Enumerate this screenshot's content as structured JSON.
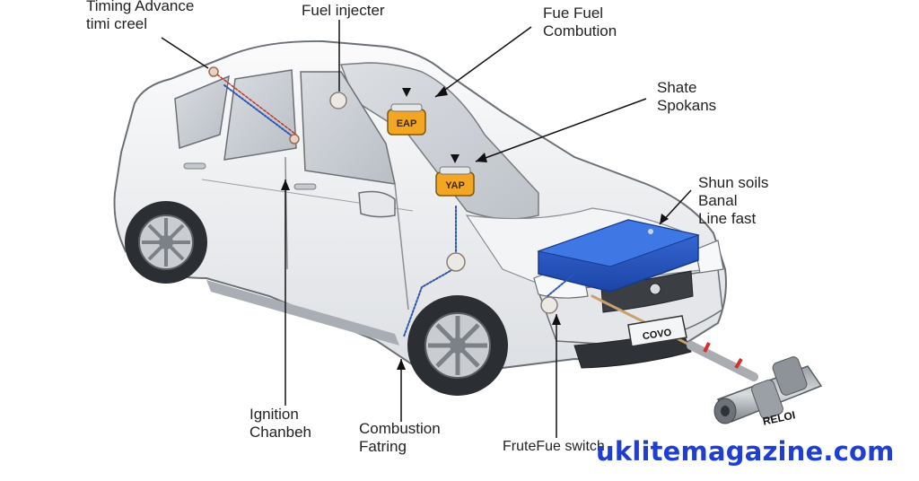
{
  "labels": {
    "timing": {
      "line1": "Timing Advance",
      "line2": "timi creel"
    },
    "fuel_injecter": "Fuel injecter",
    "fuel_combution": {
      "line1": "Fue Fuel",
      "line2": "Combution"
    },
    "shate": {
      "line1": "Shate",
      "line2": "Spokans"
    },
    "shun": {
      "line1": "Shun soils",
      "line2": "Banal",
      "line3": "Line fast"
    },
    "ignition": {
      "line1": "Ignition",
      "line2": "Chanbeh"
    },
    "combustion": {
      "line1": "Combustion",
      "line2": "Fatring"
    },
    "frute": "FruteFue switch"
  },
  "component_tags": {
    "eap": "EAP",
    "yap": "YAP",
    "plate": "COVO",
    "pipe": "RELOI"
  },
  "watermark": "uklitemagazine.com",
  "colors": {
    "car_body": "#eef0f2",
    "car_outline": "#6b7076",
    "battery": "#2457c6",
    "tag": "#f2a623",
    "wire": "#2b55b5",
    "watermark": "#1e3fd1"
  }
}
